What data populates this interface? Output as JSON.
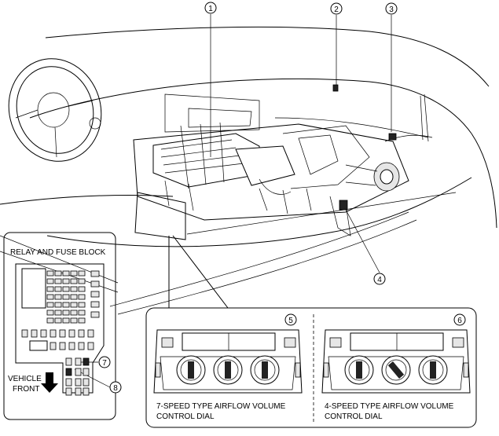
{
  "callouts": [
    "1",
    "2",
    "3",
    "4",
    "5",
    "6",
    "7",
    "8"
  ],
  "relay_block": {
    "title": "RELAY AND FUSE BLOCK",
    "vehicle_front_line1": "VEHICLE",
    "vehicle_front_line2": "FRONT"
  },
  "panel_left": {
    "caption_line1": "7-SPEED TYPE AIRFLOW VOLUME",
    "caption_line2": "CONTROL DIAL"
  },
  "panel_right": {
    "caption_line1": "4-SPEED TYPE AIRFLOW VOLUME",
    "caption_line2": "CONTROL DIAL"
  }
}
